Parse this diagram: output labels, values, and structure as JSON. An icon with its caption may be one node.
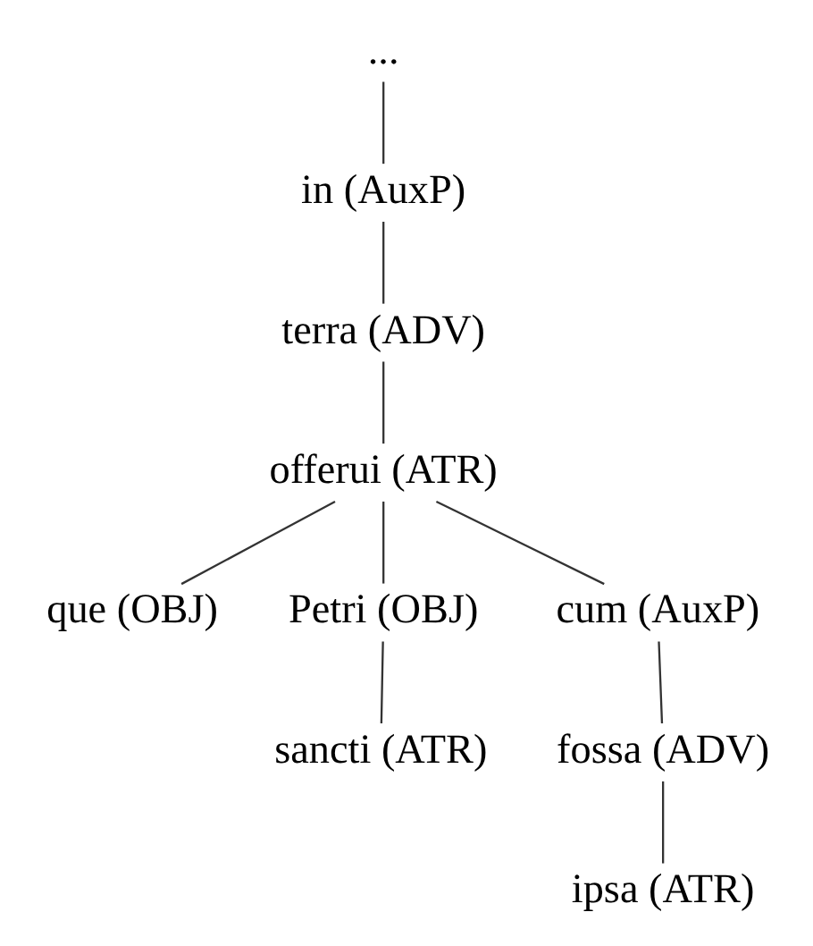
{
  "diagram": {
    "nodes": [
      {
        "text": [
          "..."
        ]
      },
      {
        "text": [
          "in (AuxP)"
        ]
      },
      {
        "text": [
          "terra (ADV)"
        ]
      },
      {
        "text": [
          "offerui (ATR)"
        ]
      },
      {
        "text": [
          "que (OBJ)"
        ]
      },
      {
        "text": [
          "Petri (OBJ)"
        ]
      },
      {
        "text": [
          "cum (AuxP)"
        ]
      },
      {
        "text": [
          "sancti (ATR)"
        ]
      },
      {
        "text": [
          "fossa (ADV)"
        ]
      },
      {
        "text": [
          "ipsa (ATR)"
        ]
      }
    ],
    "edges": [
      {
        "from": 0,
        "to": 1,
        "arrow": "none"
      },
      {
        "from": 1,
        "to": 2,
        "arrow": "none"
      },
      {
        "from": 2,
        "to": 3,
        "arrow": "none"
      },
      {
        "from": 3,
        "to": 4,
        "arrow": "none"
      },
      {
        "from": 3,
        "to": 5,
        "arrow": "none"
      },
      {
        "from": 3,
        "to": 6,
        "arrow": "none"
      },
      {
        "from": 5,
        "to": 7,
        "arrow": "none"
      },
      {
        "from": 6,
        "to": 8,
        "arrow": "none"
      },
      {
        "from": 8,
        "to": 9,
        "arrow": "none"
      }
    ]
  }
}
